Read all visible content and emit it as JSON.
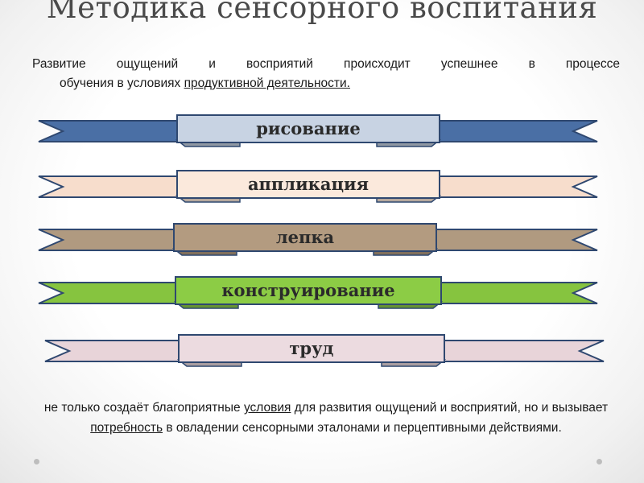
{
  "title": "Методика сенсорного воспитания",
  "intro": {
    "line1": "Развитие ощущений и восприятий происходит успешнее в процессе",
    "line2_plain": "обучения в условиях ",
    "line2_underlined": "продуктивной деятельности."
  },
  "ribbons": [
    {
      "label": "рисование",
      "color": "#4a6fa5",
      "banner_color": "#c8d3e3"
    },
    {
      "label": "аппликация",
      "color": "#f7ddcc",
      "banner_color": "#fbe9dc"
    },
    {
      "label": "лепка",
      "color": "#b09a80",
      "banner_color": "#b39b80"
    },
    {
      "label": "конструирование",
      "color": "#86c43f",
      "banner_color": "#8ccc45"
    },
    {
      "label": "труд",
      "color": "#e8d4d9",
      "banner_color": "#ecdbe0"
    }
  ],
  "outro": {
    "p1": "не только создаёт благоприятные ",
    "u1": "условия",
    "p2": " для развития ощущений и восприятий, но и вызывает ",
    "u2": "потребность",
    "p3": " в овладении сенсорными эталонами и перцептивными действиями."
  },
  "colors": {
    "ribbon_outline": "#2f4870",
    "title": "#4a4a4a"
  }
}
